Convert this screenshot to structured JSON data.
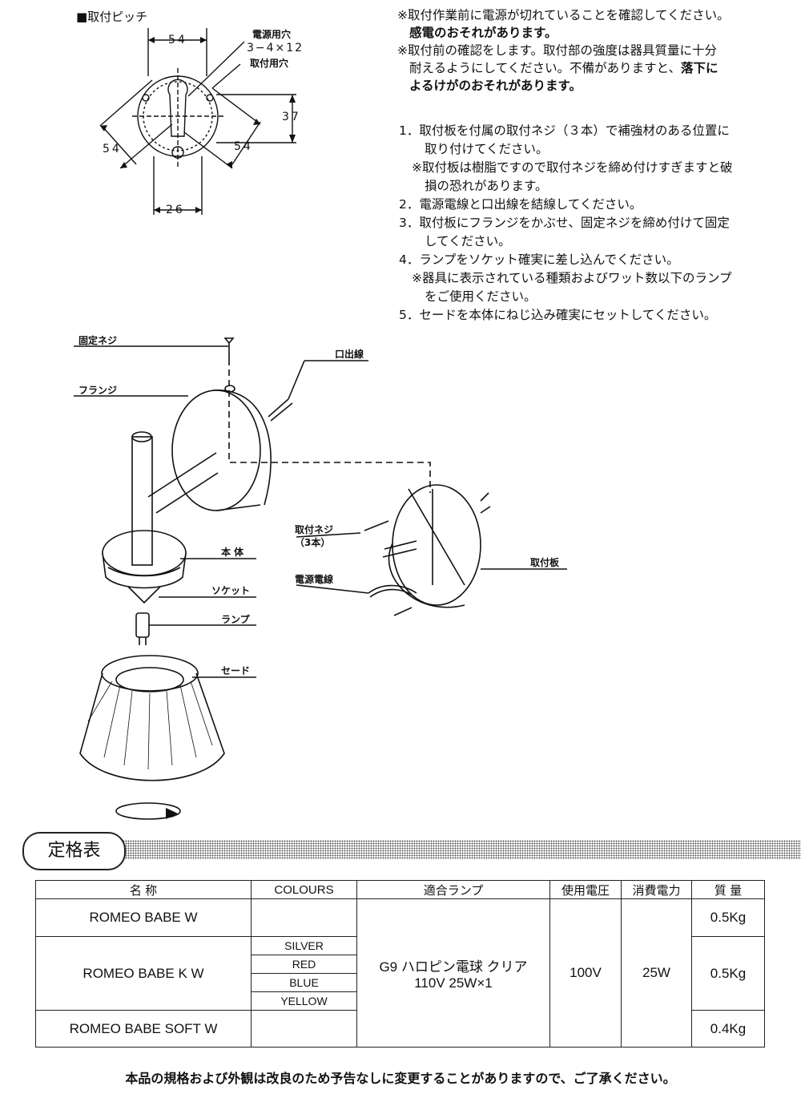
{
  "pitch": {
    "title": "■取付ピッチ",
    "dim_54_top": "54",
    "dim_54_left": "54",
    "dim_54_right": "54",
    "dim_37": "37",
    "dim_26": "26",
    "label_power_hole": "電源用穴",
    "label_spec": "3−4×12",
    "label_mount_hole": "取付用穴"
  },
  "warnings": {
    "w1a": "※取付作業前に電源が切れていることを確認してください。",
    "w1b": "感電のおそれがあります。",
    "w2a": "※取付前の確認をします。取付部の強度は器具質量に十分",
    "w2b": "耐えるようにしてください。不備がありますと、",
    "w2c": "落下に",
    "w2d": "よるけがのおそれがあります。"
  },
  "steps": [
    {
      "line1": "1．取付板を付属の取付ネジ（３本）で補強材のある位置に",
      "line2": "取り付けてください。"
    },
    {
      "line1": "※取付板は樹脂ですので取付ネジを締め付けすぎますと破",
      "line2": "損の恐れがあります。"
    },
    {
      "line1": "2．電源電線と口出線を結線してください。"
    },
    {
      "line1": "3．取付板にフランジをかぶせ、固定ネジを締め付けて固定",
      "line2": "してください。"
    },
    {
      "line1": "4．ランプをソケット確実に差し込んでください。"
    },
    {
      "line1": "※器具に表示されている種類およびワット数以下のランプ",
      "line2": "をご使用ください。"
    },
    {
      "line1": "5．セードを本体にねじ込み確実にセットしてください。"
    }
  ],
  "parts": {
    "fixing_screw": "固定ネジ",
    "lead_wire": "口出線",
    "flange": "フランジ",
    "mount_screw": "取付ネジ",
    "mount_screw_qty": "（3本）",
    "power_wire": "電源電線",
    "mount_plate": "取付板",
    "body": "本 体",
    "socket": "ソケット",
    "lamp": "ランプ",
    "shade": "セード"
  },
  "spec": {
    "badge": "定格表",
    "headers": [
      "名 称",
      "COLOURS",
      "適合ランプ",
      "使用電圧",
      "消費電力",
      "質 量"
    ],
    "rows": [
      {
        "name": "ROMEO BABE W",
        "weight": "0.5Kg"
      },
      {
        "name": "ROMEO BABE K W",
        "weight": "0.5Kg",
        "colours": [
          "SILVER",
          "RED",
          "BLUE",
          "YELLOW"
        ]
      },
      {
        "name": "ROMEO BABE SOFT W",
        "weight": "0.4Kg"
      }
    ],
    "lamp_line1": "G9 ハロピン電球 クリア",
    "lamp_line2": "110V 25W×1",
    "voltage": "100V",
    "power": "25W"
  },
  "footer": "本品の規格および外観は改良のため予告なしに変更することがありますので、ご了承ください。"
}
